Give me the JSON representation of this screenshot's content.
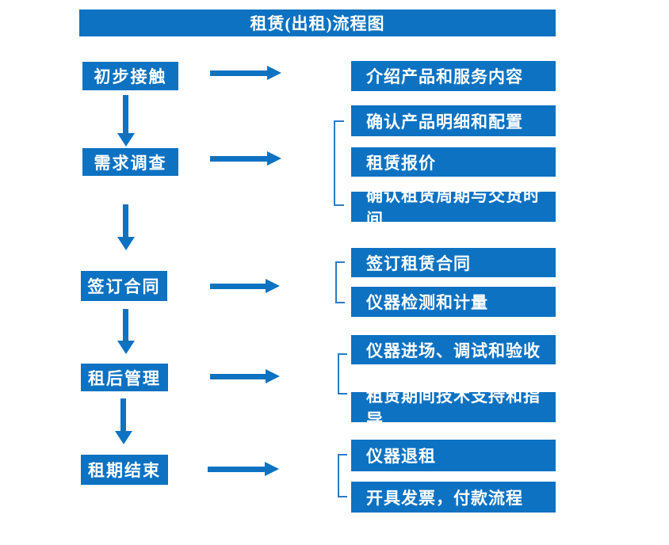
{
  "title": "租赁(出租)流程图",
  "colors": {
    "primary_blue": "#0d72c2",
    "bracket_blue": "#2b7bc4",
    "text_on_blue": "#ffffff",
    "background": "#ffffff"
  },
  "steps": [
    {
      "label": "初步接触",
      "details": [
        "介绍产品和服务内容"
      ]
    },
    {
      "label": "需求调查",
      "details": [
        "确认产品明细和配置",
        "租赁报价",
        "确认租赁周期与交货时间"
      ]
    },
    {
      "label": "签订合同",
      "details": [
        "签订租赁合同",
        "仪器检测和计量"
      ]
    },
    {
      "label": "租后管理",
      "details": [
        "仪器进场、调试和验收",
        "租赁期间技术支持和指导"
      ]
    },
    {
      "label": "租期结束",
      "details": [
        "仪器退租",
        "开具发票，付款流程"
      ]
    }
  ]
}
